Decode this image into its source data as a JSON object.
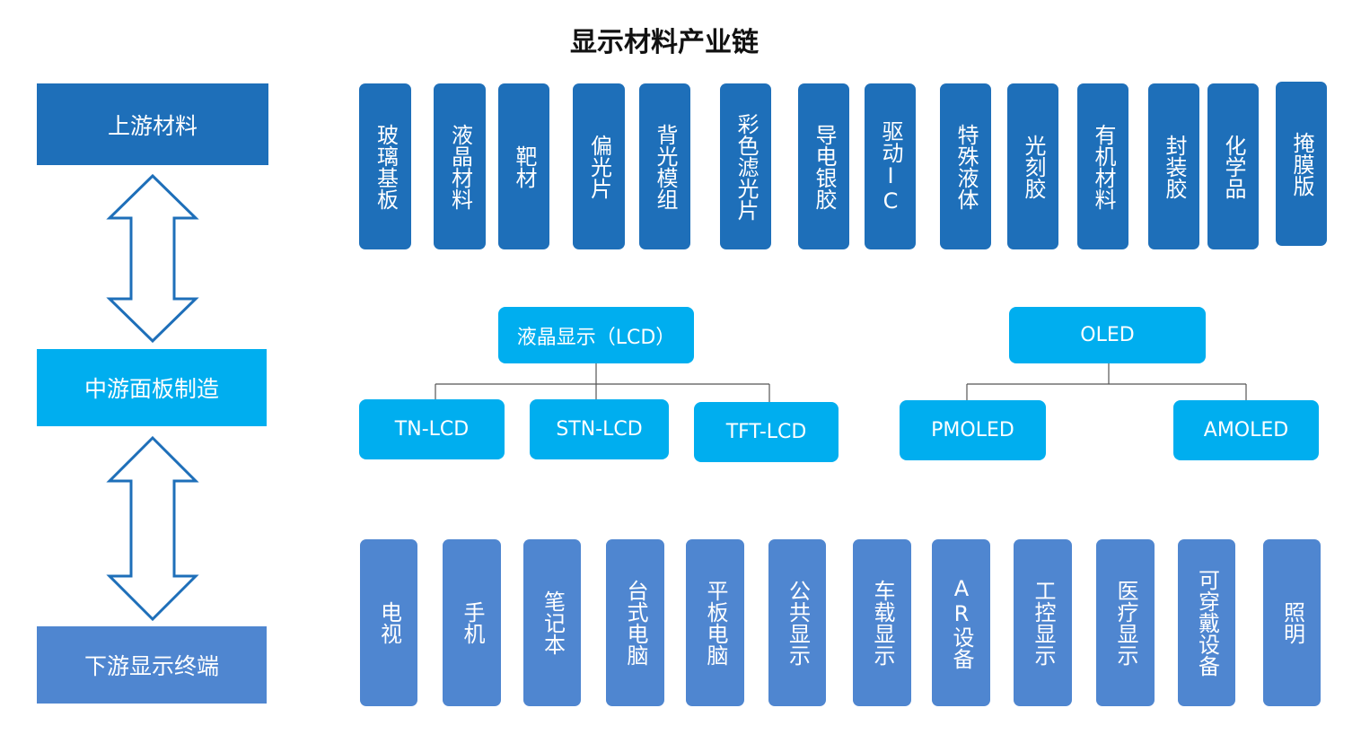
{
  "title": "显示材料产业链",
  "colors": {
    "upstream": "#1e6fb9",
    "midstream": "#00aeef",
    "downstream": "#4f86d0",
    "arrow_stroke": "#1e6fb9"
  },
  "stages": {
    "upstream": "上游材料",
    "midstream": "中游面板制造",
    "downstream": "下游显示终端"
  },
  "upstream_items": [
    "玻璃基板",
    "液晶材料",
    "靶材",
    "偏光片",
    "背光模组",
    "彩色滤光片",
    "导电银胶",
    "驱动IC",
    "特殊液体",
    "光刻胶",
    "有机材料",
    "封装胶",
    "化学品",
    "掩膜版"
  ],
  "midstream": {
    "lcd": {
      "label": "液晶显示（LCD）",
      "children": [
        "TN-LCD",
        "STN-LCD",
        "TFT-LCD"
      ]
    },
    "oled": {
      "label": "OLED",
      "children": [
        "PMOLED",
        "AMOLED"
      ]
    }
  },
  "downstream_items": [
    "电视",
    "手机",
    "笔记本",
    "台式电脑",
    "平板电脑",
    "公共显示",
    "车载显示",
    "AR设备",
    "工控显示",
    "医疗显示",
    "可穿戴设备",
    "照明"
  ],
  "icons": [
    "double-arrow-icon",
    "double-arrow-icon"
  ]
}
